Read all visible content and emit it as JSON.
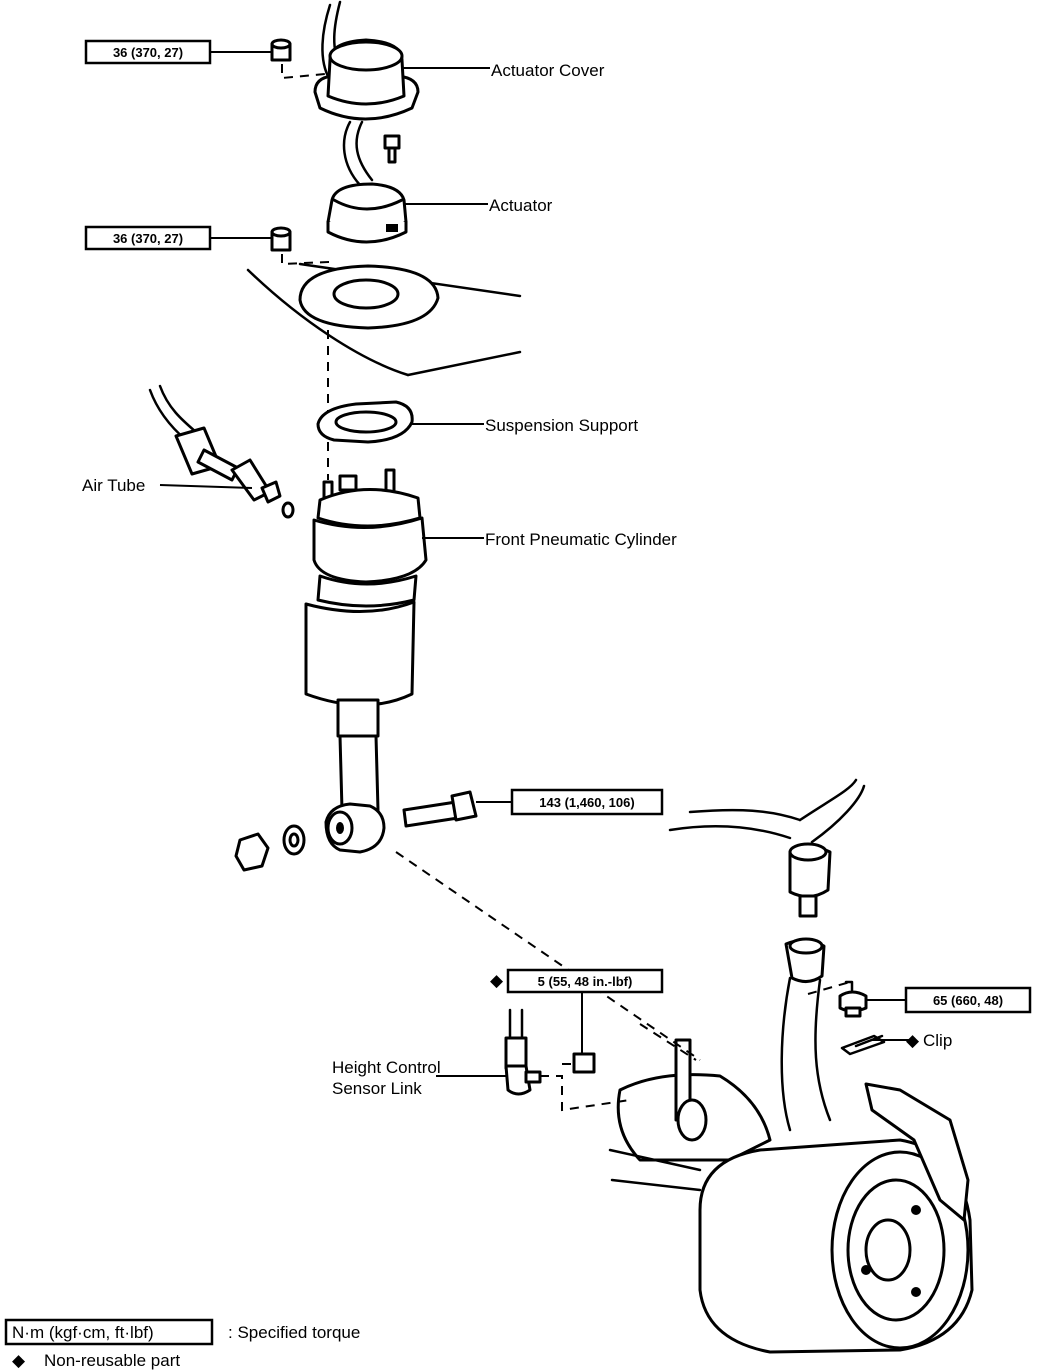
{
  "labels": {
    "actuator_cover": "Actuator Cover",
    "actuator": "Actuator",
    "suspension_support": "Suspension Support",
    "air_tube": "Air Tube",
    "front_pneumatic_cylinder": "Front Pneumatic Cylinder",
    "height_control_sensor_link_line1": "Height Control",
    "height_control_sensor_link_line2": "Sensor Link",
    "clip": "Clip"
  },
  "torques": {
    "cover_nut": "36 (370, 27)",
    "actuator_nut": "36 (370, 27)",
    "lower_bolt": "143 (1,460, 106)",
    "sensor_link_nut": "5 (55, 48 in.-lbf)",
    "ball_joint_nut": "65 (660, 48)"
  },
  "marks": {
    "non_reusable": "◆"
  },
  "legend": {
    "unit_box": "N·m (kgf·cm, ft·lbf)",
    "unit_desc": ":  Specified torque",
    "non_reusable_mark": "◆",
    "non_reusable_text": "Non-reusable part"
  }
}
